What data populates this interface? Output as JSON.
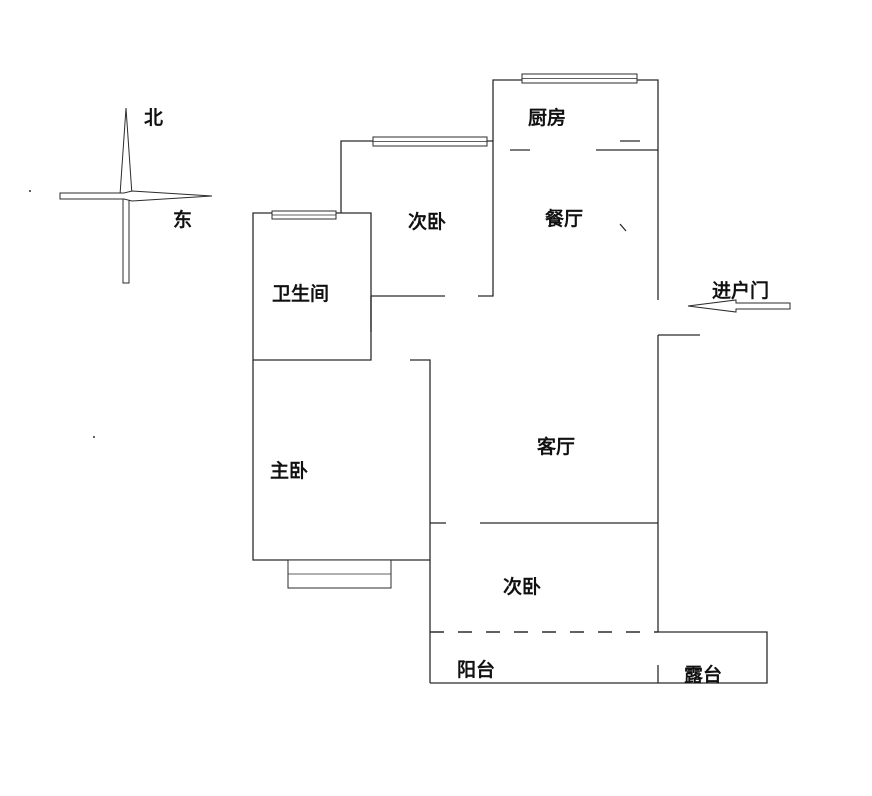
{
  "compass": {
    "north": "北",
    "east": "东"
  },
  "entrance": {
    "label": "进户门"
  },
  "rooms": {
    "kitchen": "厨房",
    "dining": "餐厅",
    "secondary_bedroom_north": "次卧",
    "bathroom": "卫生间",
    "living_room": "客厅",
    "master_bedroom": "主卧",
    "secondary_bedroom_south": "次卧",
    "balcony": "阳台",
    "terrace": "露台"
  }
}
